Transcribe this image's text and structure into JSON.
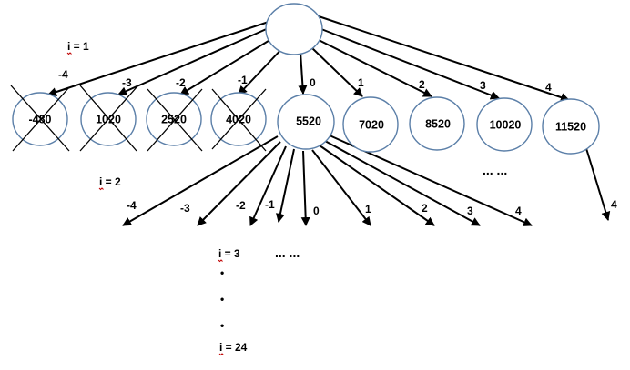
{
  "level_labels": {
    "i1": "i = 1",
    "i2": "i = 2",
    "i3": "i = 3",
    "i24": "i = 24"
  },
  "root": {
    "label": ""
  },
  "children": [
    {
      "edge": "-4",
      "value": "-480",
      "crossed": true
    },
    {
      "edge": "-3",
      "value": "1020",
      "crossed": true
    },
    {
      "edge": "-2",
      "value": "2520",
      "crossed": true
    },
    {
      "edge": "-1",
      "value": "4020",
      "crossed": true
    },
    {
      "edge": "0",
      "value": "5520",
      "crossed": false
    },
    {
      "edge": "1",
      "value": "7020",
      "crossed": false
    },
    {
      "edge": "2",
      "value": "8520",
      "crossed": false
    },
    {
      "edge": "3",
      "value": "10020",
      "crossed": false
    },
    {
      "edge": "4",
      "value": "11520",
      "crossed": false
    }
  ],
  "grandchild_edges": [
    "-4",
    "-3",
    "-2",
    "-1",
    "0",
    "1",
    "2",
    "3",
    "4"
  ],
  "last_node_edge": "4",
  "ellipsis_row1": "... ...",
  "ellipsis_row2": "... ...",
  "vertical_dots": [
    "•",
    "•",
    "•"
  ],
  "colors": {
    "node_stroke": "#5b7fa8",
    "edge": "#000000",
    "spellcheck": "#c00000"
  }
}
